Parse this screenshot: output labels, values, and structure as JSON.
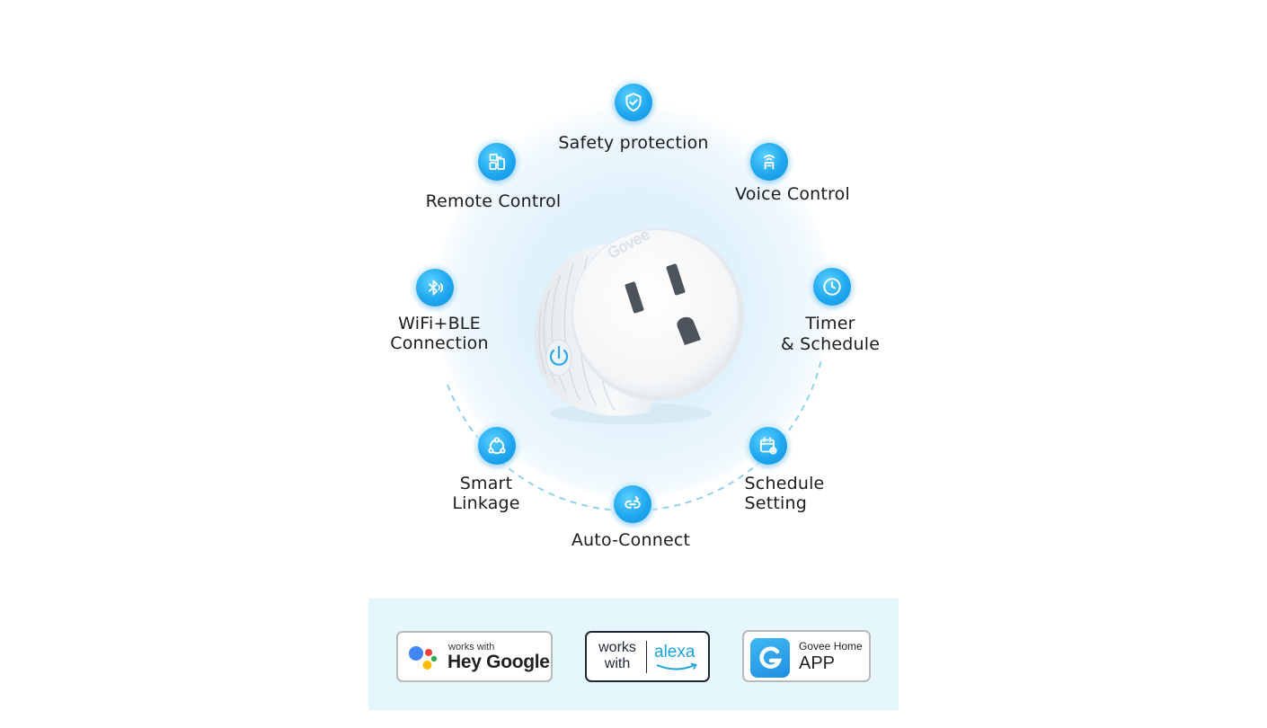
{
  "features": [
    {
      "label": "Safety protection",
      "icon": "shield-check-icon"
    },
    {
      "label": "Voice Control",
      "icon": "voice-control-icon"
    },
    {
      "label": "Timer\n& Schedule",
      "icon": "clock-icon"
    },
    {
      "label": "Schedule\nSetting",
      "icon": "calendar-gear-icon"
    },
    {
      "label": "Auto-Connect",
      "icon": "link-icon"
    },
    {
      "label": "Smart\nLinkage",
      "icon": "linkage-icon"
    },
    {
      "label": "WiFi+BLE\nConnection",
      "icon": "bluetooth-icon"
    },
    {
      "label": "Remote Control",
      "icon": "remote-devices-icon"
    }
  ],
  "product": {
    "brand": "Govee"
  },
  "badges": {
    "google": {
      "small": "works with",
      "big": "Hey Google"
    },
    "alexa": {
      "works": "works",
      "with": "with",
      "brand": "alexa"
    },
    "govee": {
      "name": "Govee Home",
      "app": "APP"
    }
  },
  "colors": {
    "accent": "#1fa7ef",
    "ring": "#9ed8f2",
    "badge_bar": "#e6f6fd",
    "alexa": "#1aa3dc"
  }
}
